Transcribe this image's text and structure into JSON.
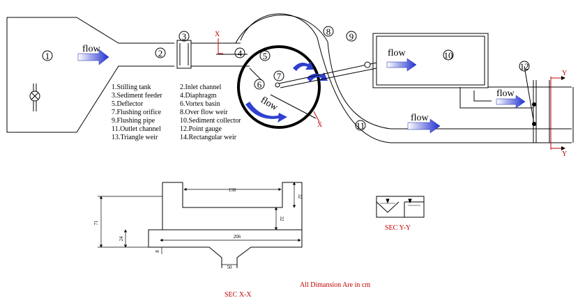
{
  "flow_label": "flow",
  "numbers": [
    "1",
    "2",
    "3",
    "4",
    "5",
    "6",
    "7",
    "8",
    "9",
    "10",
    "11",
    "12",
    "X",
    "X",
    "Y",
    "Y"
  ],
  "legend": [
    "1.Stilling tank",
    "2.Inlet channel",
    "3.Sediment feeder",
    "4.Diaphragm",
    "5.Deflector",
    "6.Vortex basin",
    "7.Flushing orifice",
    "8.Over flow weir",
    "9.Flushing pipe",
    "10.Sediment collector",
    "11.Outlet channel",
    "12.Point gauge",
    "13.Triangle weir",
    "14.Rectangular weir"
  ],
  "sections": {
    "xx": {
      "title": "SEC  X-X",
      "dims": {
        "top_width": "158",
        "height": "71",
        "step": "32",
        "inner_step": "32",
        "bottom": "24",
        "width": "206",
        "small": "8",
        "orifice": "50"
      }
    },
    "yy": {
      "title": "SEC  Y-Y"
    }
  },
  "note": "All Dimansion Are in cm",
  "colors": {
    "arrow": "#3040d0",
    "accent": "#c00000",
    "line": "#000000"
  }
}
